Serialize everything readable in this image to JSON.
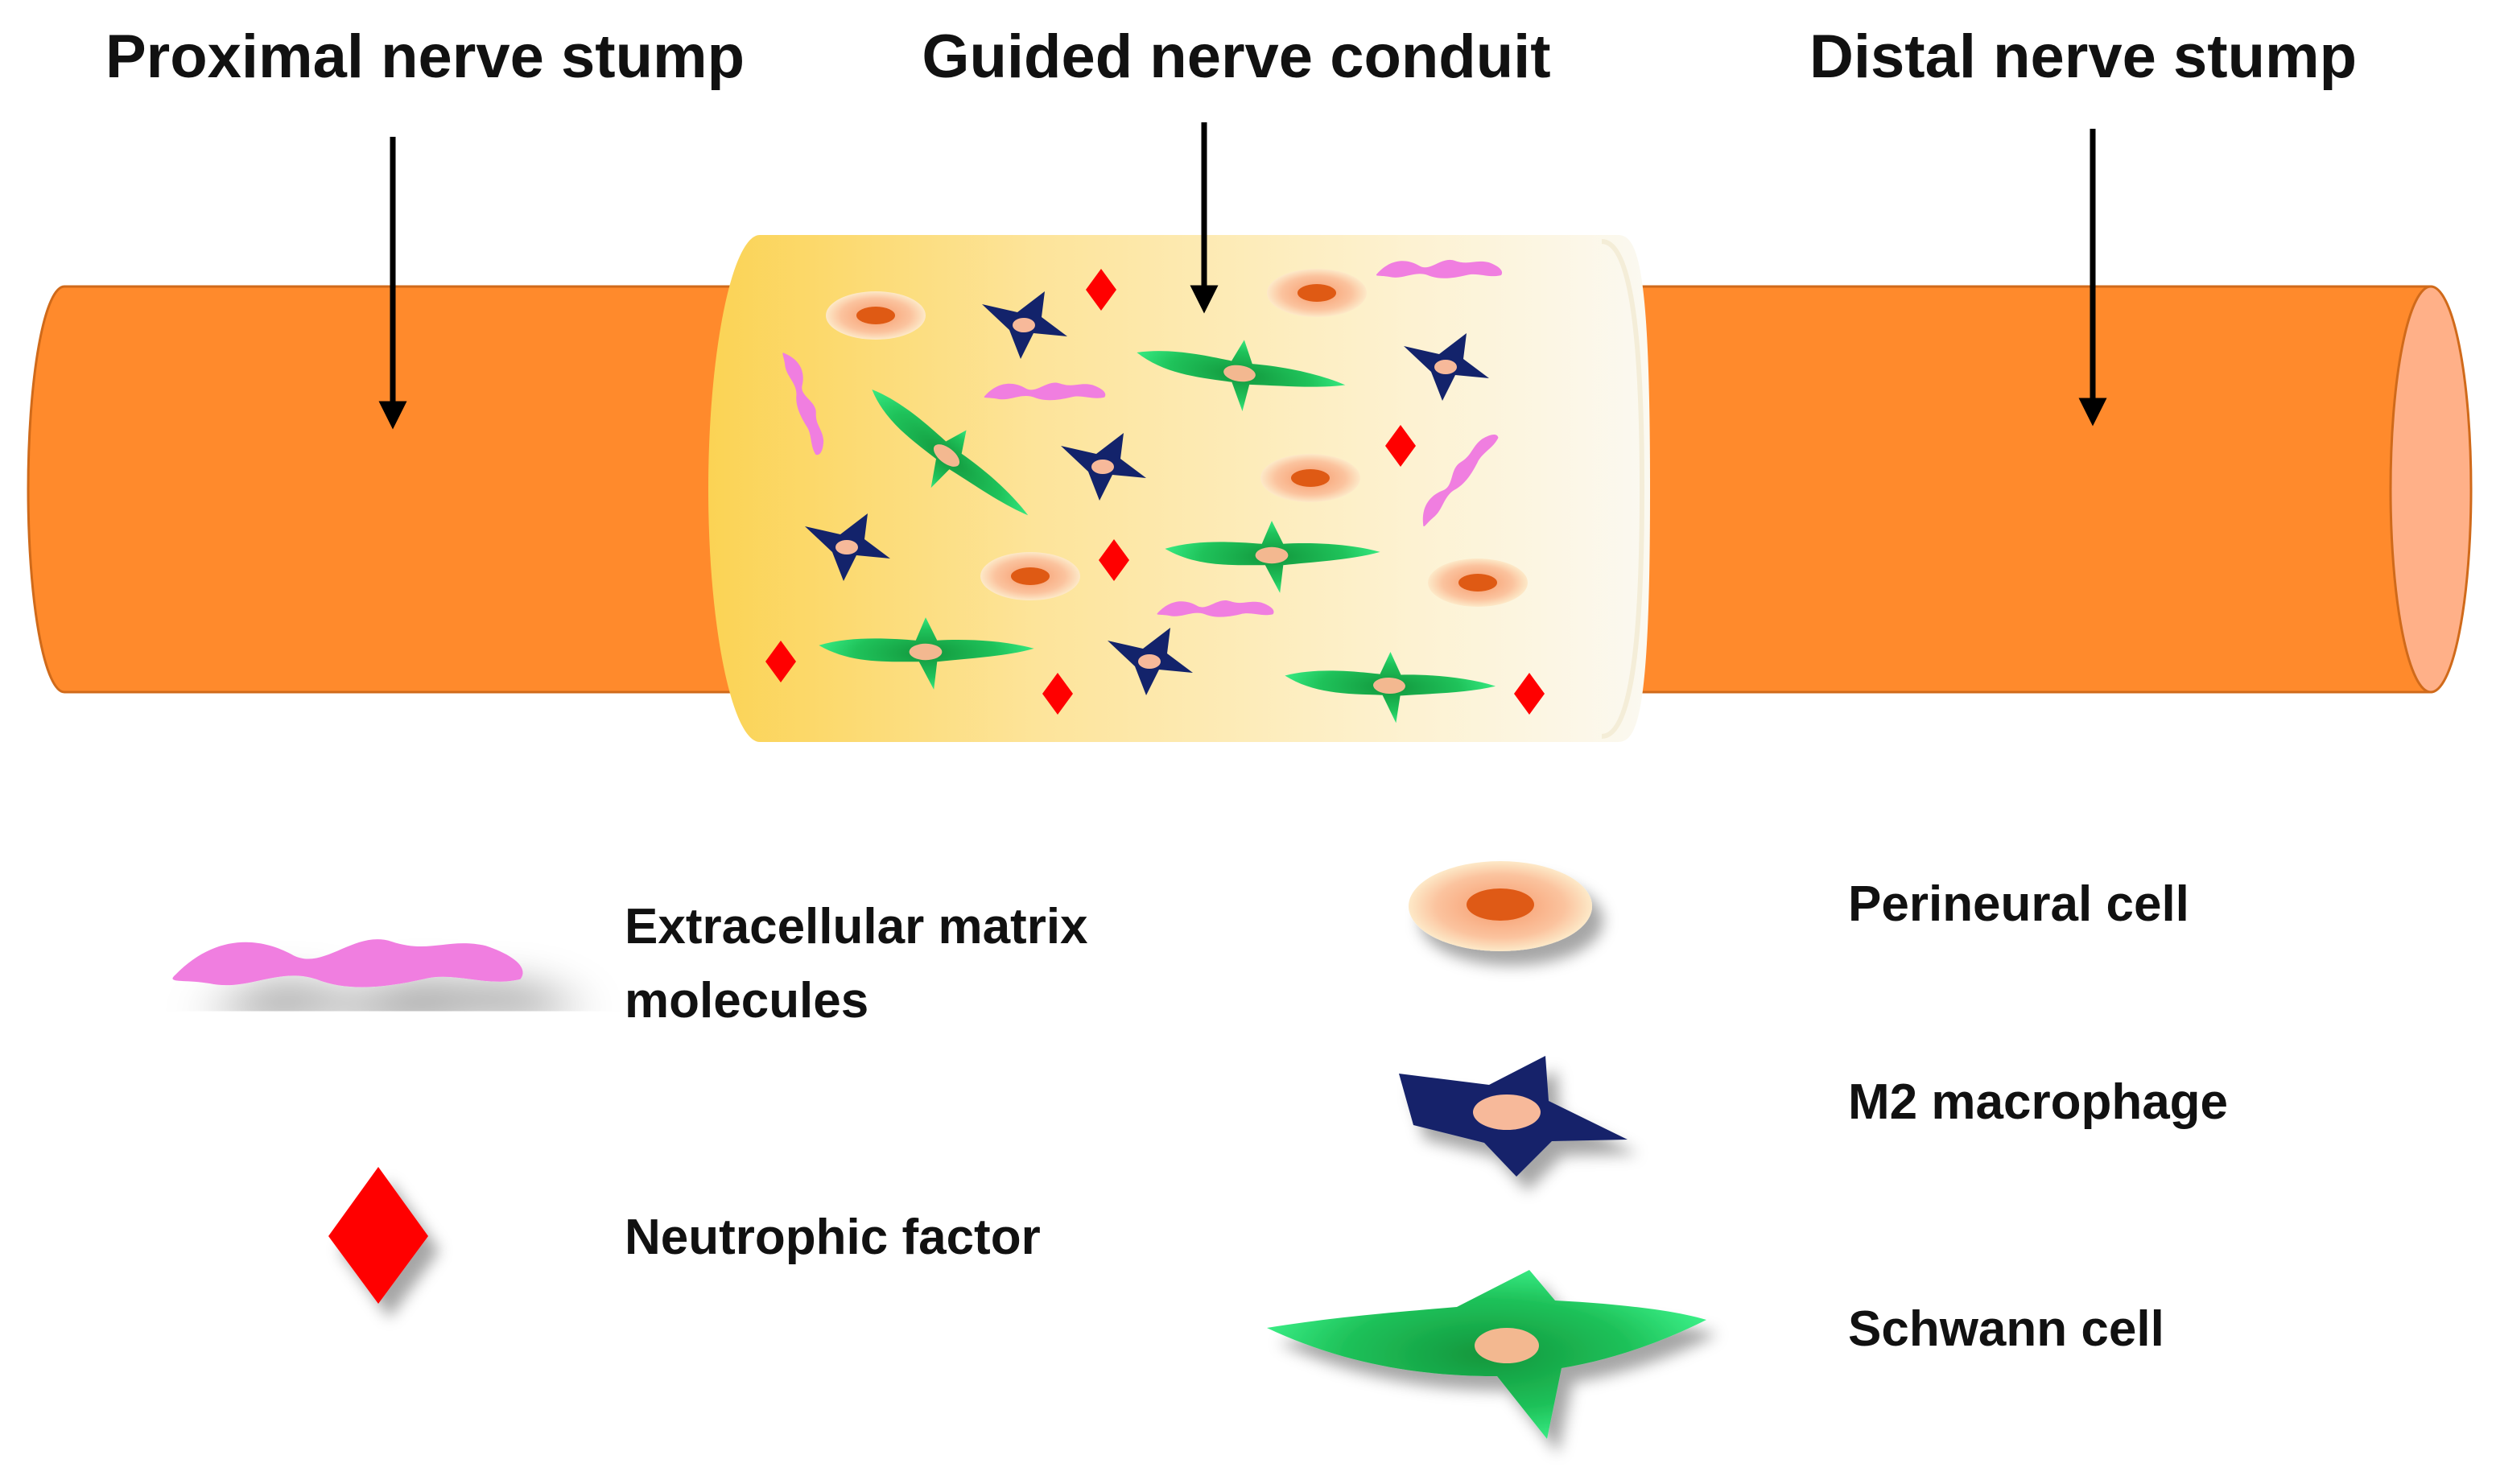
{
  "labels": {
    "proximal": "Proximal nerve stump",
    "conduit": "Guided nerve conduit",
    "distal": "Distal nerve stump"
  },
  "legend": {
    "ecm_line1": "Extracellular matrix",
    "ecm_line2": "molecules",
    "perineural": "Perineural cell",
    "macrophage": "M2 macrophage",
    "factor": "Neutrophic factor",
    "schwann": "Schwann cell"
  },
  "colors": {
    "nerve": "#ff8a2c",
    "nerve_cap": "#ffb088",
    "ecm": "#f07ee0",
    "factor": "#ff0000",
    "macrophage": "#13236b",
    "schwann_center": "#149a3f",
    "schwann_edge": "#2ef07a",
    "perineural": "#fab99a",
    "nucleus": "#df5a14",
    "conduit_left": "#fbd15a",
    "conduit_right": "#fbf8ee"
  }
}
